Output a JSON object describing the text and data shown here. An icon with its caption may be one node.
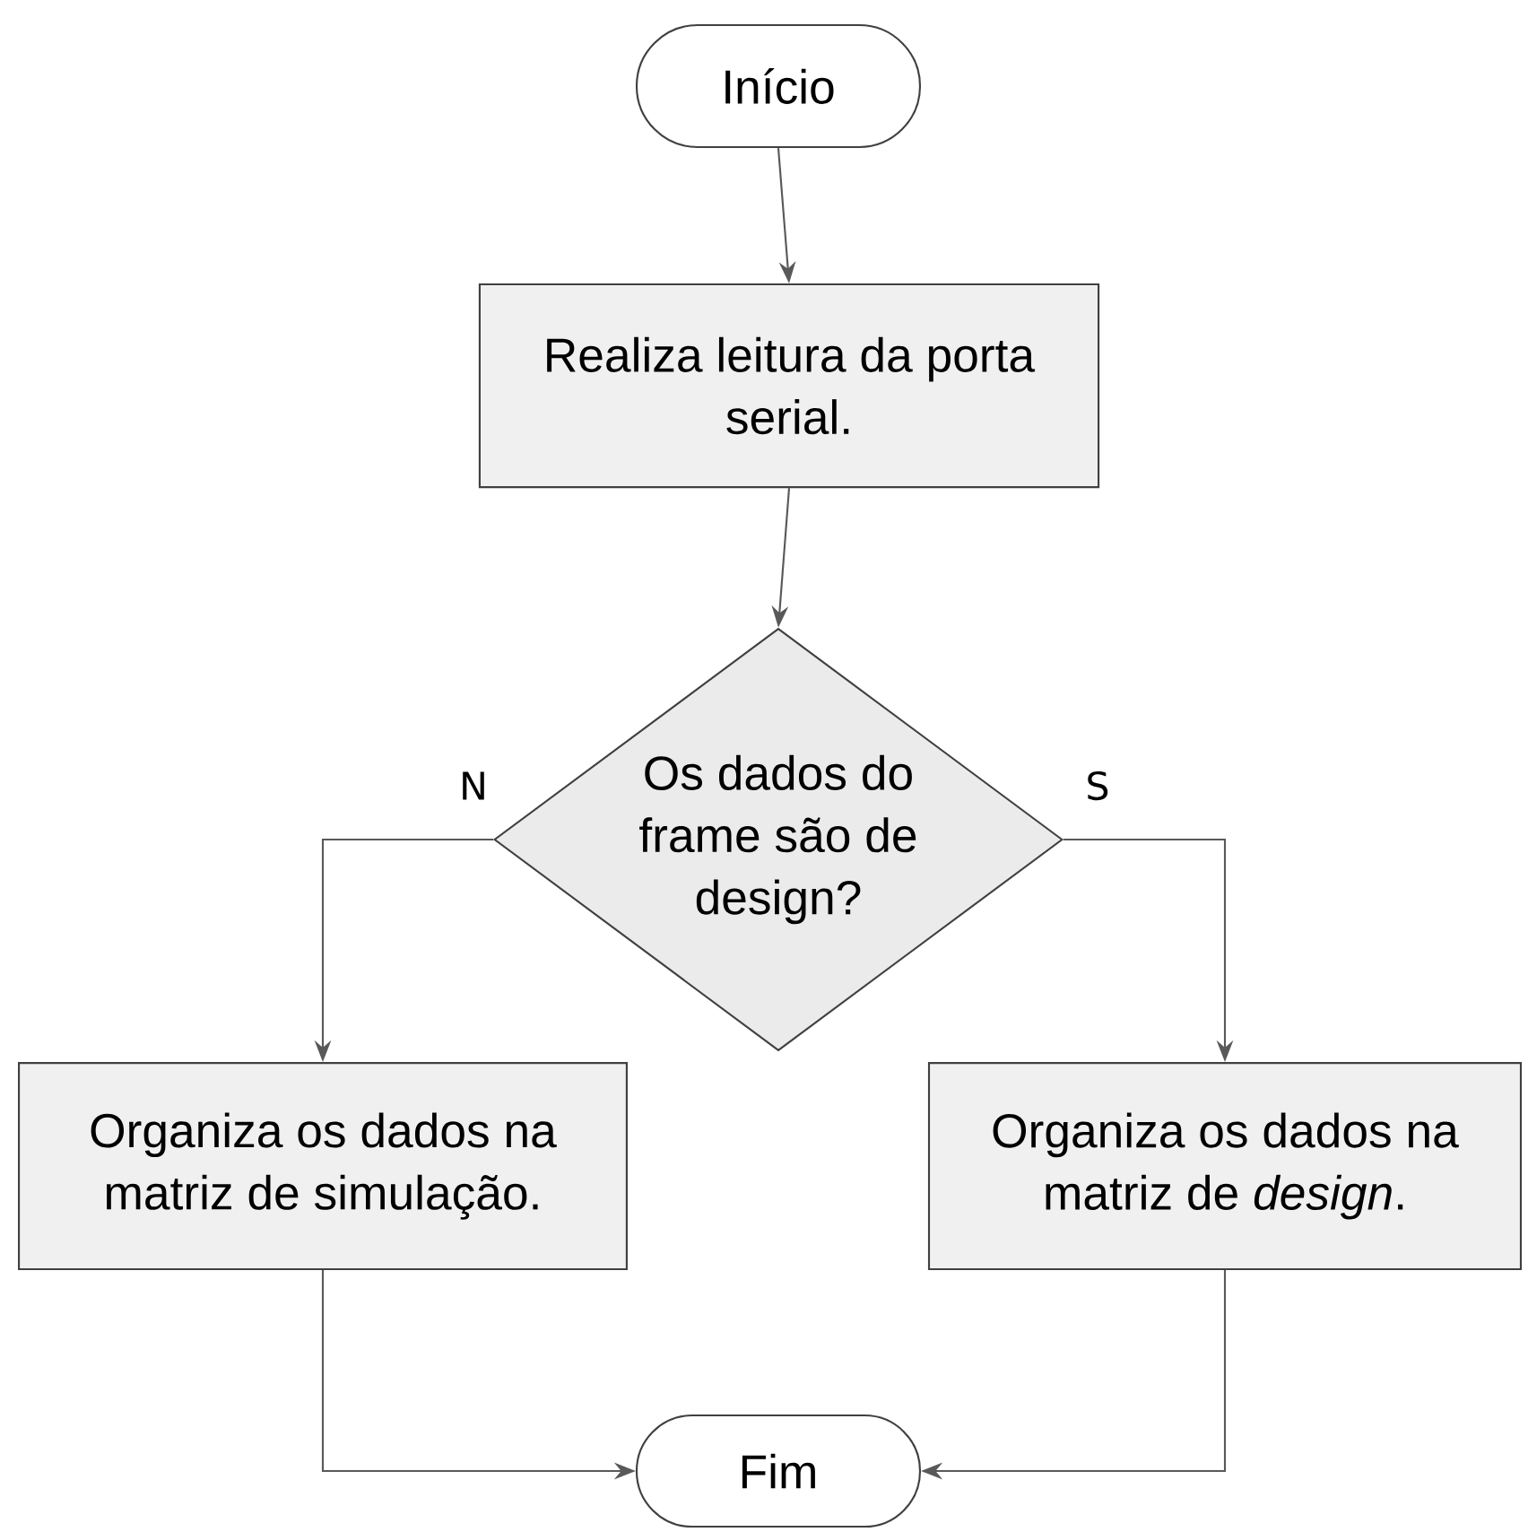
{
  "diagram": {
    "nodes": [
      {
        "text": [
          "Início"
        ]
      },
      {
        "text": [
          "Realiza leitura da porta serial."
        ]
      },
      {
        "text": [
          "Os dados do frame são de design?"
        ]
      },
      {
        "text": [
          "Organiza os dados na matriz de simulação."
        ]
      },
      {
        "text": [
          "Organiza os dados na matriz de *design*."
        ]
      },
      {
        "text": [
          "Fim"
        ]
      }
    ],
    "edges": [
      {
        "from": 0,
        "to": 1,
        "arrow": "to"
      },
      {
        "from": 1,
        "to": 2,
        "arrow": "to"
      },
      {
        "from": 2,
        "to": 3,
        "arrow": "to",
        "label": "N"
      },
      {
        "from": 2,
        "to": 4,
        "arrow": "to",
        "label": "S"
      },
      {
        "from": 3,
        "to": 5,
        "arrow": "to"
      },
      {
        "from": 4,
        "to": 5,
        "arrow": "to"
      }
    ]
  }
}
